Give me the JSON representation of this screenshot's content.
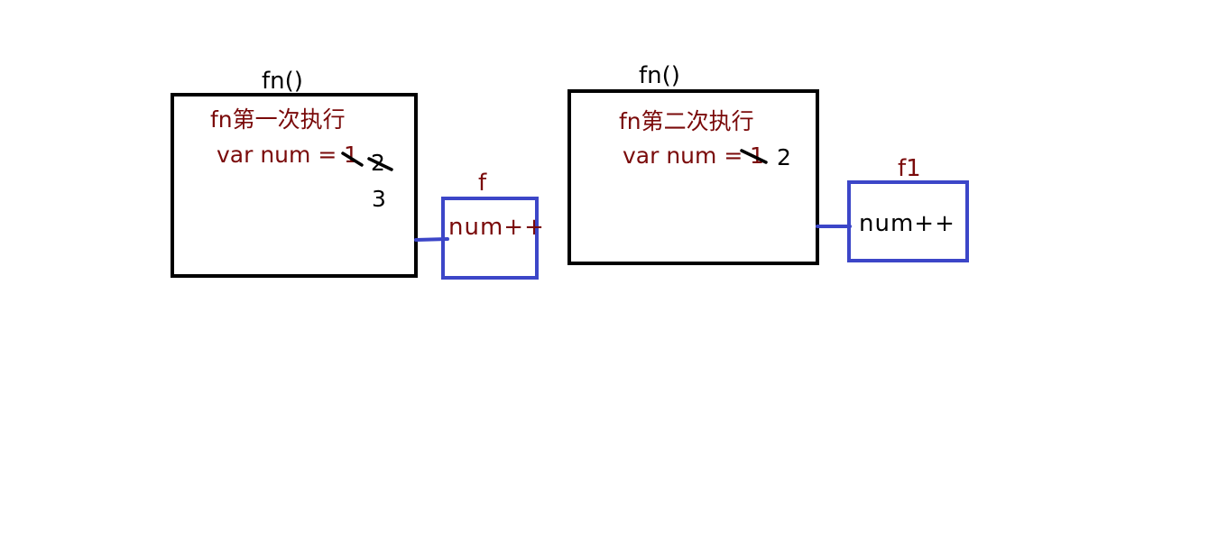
{
  "left": {
    "title": "fn()",
    "heading": "fn第一次执行",
    "code": "var num = ",
    "val_1": "1",
    "val_2": "2",
    "val_3": "3",
    "closure_name": "f",
    "closure_body": "num++"
  },
  "right": {
    "title": "fn()",
    "heading": "fn第二次执行",
    "code": "var num = ",
    "val_1": "1",
    "val_2": "2",
    "closure_name": "f1",
    "closure_body": "num++"
  },
  "colors": {
    "frame": "#000000",
    "closure": "#3c46c8",
    "text_red": "#7a0a0a",
    "text_black": "#000000"
  }
}
